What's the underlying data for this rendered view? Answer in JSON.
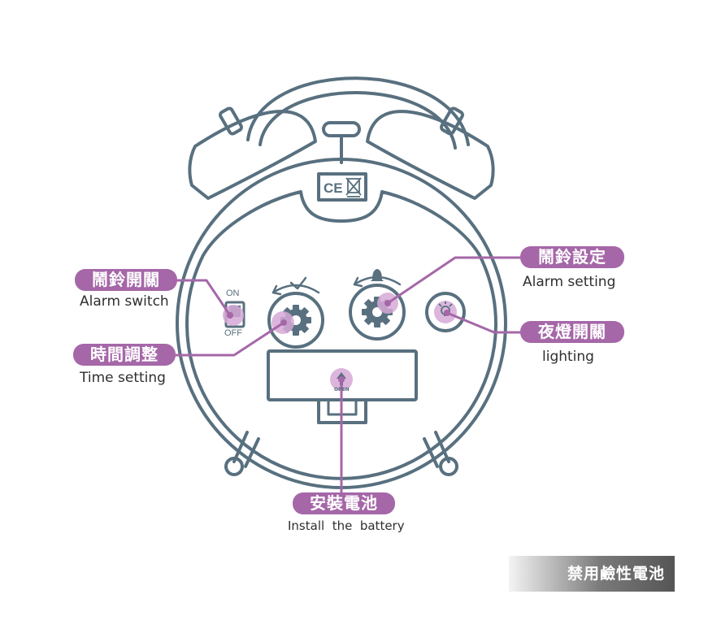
{
  "callouts": {
    "alarm_switch": {
      "zh": "鬧鈴開關",
      "en": "Alarm switch"
    },
    "time_setting": {
      "zh": "時間調整",
      "en": "Time setting"
    },
    "alarm_setting": {
      "zh": "鬧鈴設定",
      "en": "Alarm setting"
    },
    "lighting": {
      "zh": "夜燈開關",
      "en": "lighting"
    },
    "battery": {
      "zh": "安裝電池",
      "en": "Install  the  battery"
    }
  },
  "switch_labels": {
    "on": "ON",
    "off": "OFF"
  },
  "compartment_label": "OPEN",
  "warning": "禁用鹼性電池",
  "colors": {
    "outline": "#58707f",
    "accent": "#a567a8",
    "highlight": "#d6a9d7"
  }
}
